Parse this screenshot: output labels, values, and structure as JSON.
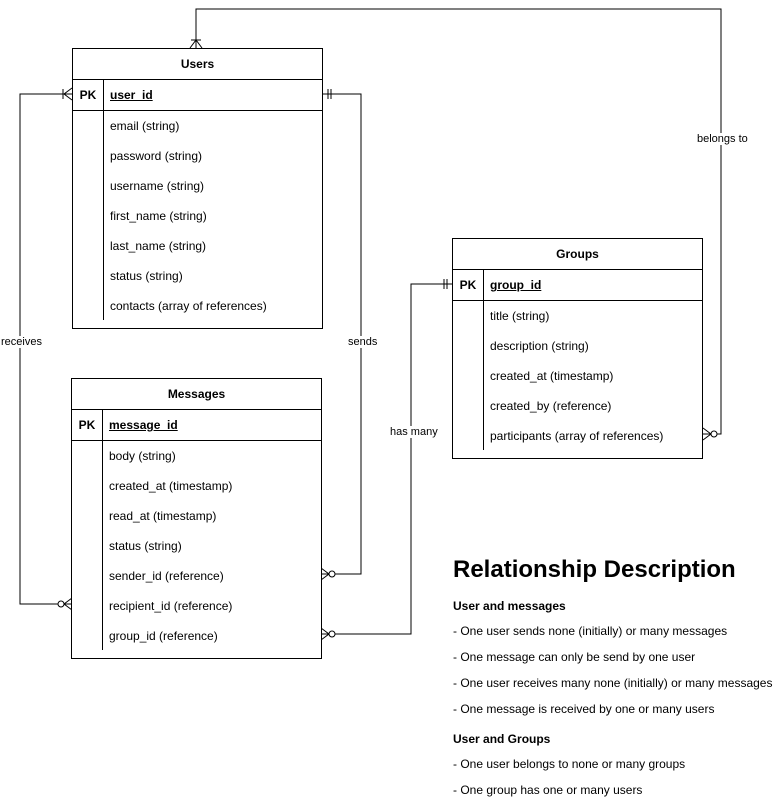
{
  "entities": {
    "users": {
      "title": "Users",
      "pk_label": "PK",
      "pk": "user_id",
      "fields": [
        "email (string)",
        "password (string)",
        "username (string)",
        "first_name (string)",
        "last_name (string)",
        "status (string)",
        "contacts (array of references)"
      ]
    },
    "messages": {
      "title": "Messages",
      "pk_label": "PK",
      "pk": "message_id",
      "fields": [
        "body (string)",
        "created_at (timestamp)",
        "read_at (timestamp)",
        "status (string)",
        "sender_id (reference)",
        "recipient_id (reference)",
        "group_id (reference)"
      ]
    },
    "groups": {
      "title": "Groups",
      "pk_label": "PK",
      "pk": "group_id",
      "fields": [
        "title (string)",
        "description (string)",
        "created_at (timestamp)",
        "created_by (reference)",
        "participants (array of references)"
      ]
    }
  },
  "relationships": {
    "receives": "receives",
    "sends": "sends",
    "has_many": "has many",
    "belongs_to": "belongs to"
  },
  "description": {
    "heading": "Relationship Description",
    "sections": [
      {
        "title": "User and messages",
        "items": [
          "- One user sends none (initially) or many messages",
          "- One message can only be send by one user",
          "- One user receives many none (initially) or many messages",
          "-  One message is received by one or many users"
        ]
      },
      {
        "title": "User and Groups",
        "items": [
          "- One user belongs to none or many groups",
          "- One group has one or many users"
        ]
      }
    ]
  }
}
